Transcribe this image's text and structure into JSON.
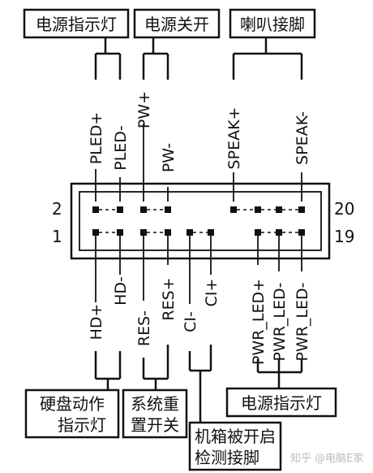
{
  "boxes": {
    "power_led": "电源指示灯",
    "power_switch": "电源关开",
    "speaker": "喇叭接脚",
    "hdd_led_line1": "硬盘动作",
    "hdd_led_line2": "指示灯",
    "reset_line1": "系统重",
    "reset_line2": "置开关",
    "chassis_line1": "机箱被开启",
    "chassis_line2": "检测接脚",
    "power_led_bottom": "电源指示灯"
  },
  "pins_top": [
    "PLED+",
    "PLED-",
    "PW+",
    "PW-",
    "SPEAK+",
    "SPEAK-"
  ],
  "pins_bottom": [
    "HD+",
    "HD-",
    "RES-",
    "RES+",
    "CI-",
    "CI+",
    "PWR_LED+",
    "PWR_LED-",
    "PWR_LED-"
  ],
  "pin_numbers": {
    "top_left": "2",
    "bottom_left": "1",
    "top_right": "20",
    "bottom_right": "19"
  },
  "watermark": "知乎 @电脑E家"
}
